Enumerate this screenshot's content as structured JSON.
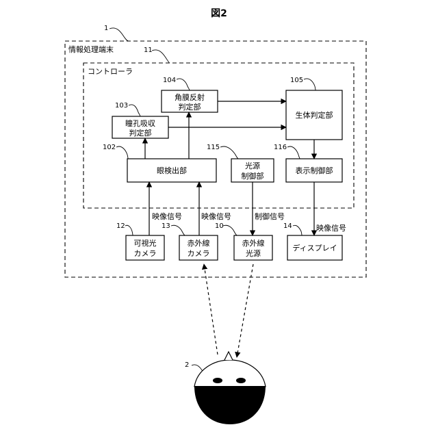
{
  "figure": {
    "title": "図2"
  },
  "system": {
    "ref": "1",
    "label": "情報処理端末"
  },
  "controller": {
    "ref": "11",
    "label": "コントローラ"
  },
  "blocks": {
    "corneal": {
      "ref": "104",
      "line1": "角膜反射",
      "line2": "判定部"
    },
    "pupil": {
      "ref": "103",
      "line1": "瞳孔吸収",
      "line2": "判定部"
    },
    "liveness": {
      "ref": "105",
      "line1": "生体判定部"
    },
    "eye_detect": {
      "ref": "102",
      "line1": "眼検出部"
    },
    "light_ctrl": {
      "ref": "115",
      "line1": "光源",
      "line2": "制御部"
    },
    "display_ctrl": {
      "ref": "116",
      "line1": "表示制御部"
    },
    "visible_cam": {
      "ref": "12",
      "line1": "可視光",
      "line2": "カメラ"
    },
    "ir_cam": {
      "ref": "13",
      "line1": "赤外線",
      "line2": "カメラ"
    },
    "ir_source": {
      "ref": "10",
      "line1": "赤外線",
      "line2": "光源"
    },
    "display": {
      "ref": "14",
      "line1": "ディスプレイ"
    }
  },
  "signals": {
    "video1": "映像信号",
    "video2": "映像信号",
    "control": "制御信号",
    "video3": "映像信号"
  },
  "subject": {
    "ref": "2"
  }
}
